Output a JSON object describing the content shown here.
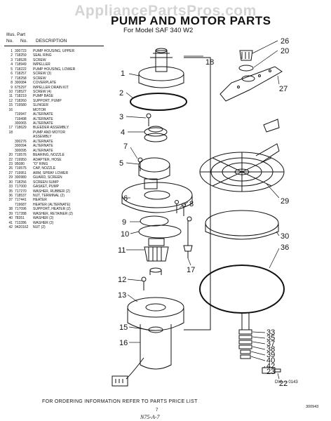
{
  "watermark": "AppliancePartsPros.com",
  "title": "PUMP AND MOTOR PARTS",
  "subtitle": "For Model SAF 340 W2",
  "table": {
    "header_line1": "Illus.  Part",
    "header_no": "No.",
    "header_partno": "No.",
    "header_desc": "DESCRIPTION",
    "rows": [
      {
        "illus": "1",
        "part": "300723",
        "desc": "PUMP HOUSING, UPPER"
      },
      {
        "illus": "2",
        "part": "718259",
        "desc": "SEAL RING"
      },
      {
        "illus": "3",
        "part": "718528",
        "desc": "SCREW"
      },
      {
        "illus": "4",
        "part": "718949",
        "desc": "IMPELLER"
      },
      {
        "illus": "5",
        "part": "718222",
        "desc": "PUMP HOUSING, LOWER"
      },
      {
        "illus": "6",
        "part": "718257",
        "desc": "SCREW (3)"
      },
      {
        "illus": "7",
        "part": "718258",
        "desc": "SCREW"
      },
      {
        "illus": "8",
        "part": "300084",
        "desc": "COVERPLATE"
      },
      {
        "illus": "9",
        "part": "675297",
        "desc": "IMPELLER DRAIN KIT"
      },
      {
        "illus": "10",
        "part": "718527",
        "desc": "SCREW (4)"
      },
      {
        "illus": "11",
        "part": "718219",
        "desc": "PUMP BASE"
      },
      {
        "illus": "12",
        "part": "718260",
        "desc": "SUPPORT, PUMP"
      },
      {
        "illus": "15",
        "part": "719580",
        "desc": "SLINGER"
      },
      {
        "illus": "16",
        "part": "",
        "desc": "MOTOR"
      },
      {
        "illus": "",
        "part": "719947",
        "desc": "ALTERNATE"
      },
      {
        "illus": "",
        "part": "719498",
        "desc": "ALTERNATE"
      },
      {
        "illus": "",
        "part": "300065",
        "desc": "ALTERNATE"
      },
      {
        "illus": "17",
        "part": "718629",
        "desc": "BLEEDER ASSEMBLY"
      },
      {
        "illus": "18",
        "part": "",
        "desc": "PUMP AND MOTOR"
      },
      {
        "illus": "",
        "part": "",
        "desc": "ASSEMBLY"
      },
      {
        "illus": "",
        "part": "300276",
        "desc": "ALTERNATE"
      },
      {
        "illus": "",
        "part": "300094",
        "desc": "ALTERNATE"
      },
      {
        "illus": "",
        "part": "300095",
        "desc": "ALTERNATE"
      },
      {
        "illus": "20",
        "part": "719576",
        "desc": "BEARING, NOZZLE"
      },
      {
        "illus": "22",
        "part": "719950",
        "desc": "ADAPTER, HOSE"
      },
      {
        "illus": "23",
        "part": "95080",
        "desc": "\"O\" RING"
      },
      {
        "illus": "26",
        "part": "719575",
        "desc": "CAP, NOZZLE"
      },
      {
        "illus": "27",
        "part": "719951",
        "desc": "ARM, SPRAY LOWER"
      },
      {
        "illus": "29",
        "part": "300980",
        "desc": "GUARD, SCREEN"
      },
      {
        "illus": "30",
        "part": "718256",
        "desc": "SCREEN SUMP"
      },
      {
        "illus": "33",
        "part": "717000",
        "desc": "GASKET, PUMP"
      },
      {
        "illus": "35",
        "part": "717270",
        "desc": "WASHER, RUBBER (2)"
      },
      {
        "illus": "36",
        "part": "718537",
        "desc": "NUT, TERMINAL (2)"
      },
      {
        "illus": "37",
        "part": "717441",
        "desc": "HEATER"
      },
      {
        "illus": "",
        "part": "719687",
        "desc": "HEATER (ALTERNATE)"
      },
      {
        "illus": "38",
        "part": "717096",
        "desc": "SUPPORT, HEATER (2)"
      },
      {
        "illus": "39",
        "part": "717288",
        "desc": "WASHER, RETAINER (2)"
      },
      {
        "illus": "40",
        "part": "78351",
        "desc": "WASHER (2)"
      },
      {
        "illus": "41",
        "part": "713286",
        "desc": "WASHER (2)"
      },
      {
        "illus": "42",
        "part": "9420162",
        "desc": "NUT (2)"
      }
    ]
  },
  "callouts": {
    "c18": "18",
    "c26": "26",
    "c20": "20",
    "c27": "27",
    "c1": "1",
    "c2": "2",
    "c3": "3",
    "c4": "4",
    "c5": "5",
    "c7": "7",
    "c29": "29",
    "c6": "6",
    "c8": "8",
    "c9": "9",
    "c10": "10",
    "c30": "30",
    "c11": "11",
    "c36": "36",
    "c17": "17",
    "c12": "12",
    "c13": "13",
    "c33": "33",
    "c35": "35",
    "c37": "37",
    "c38": "38",
    "c39": "39",
    "c15": "15",
    "c40": "40",
    "c42": "42",
    "c16": "16",
    "c23": "23",
    "c22": "22"
  },
  "diagram_code": "DW — 0143",
  "footer": "FOR ORDERING INFORMATION REFER TO PARTS PRICE LIST",
  "page_number": "7",
  "doc_code": "300943",
  "signature": "N75-A-7"
}
